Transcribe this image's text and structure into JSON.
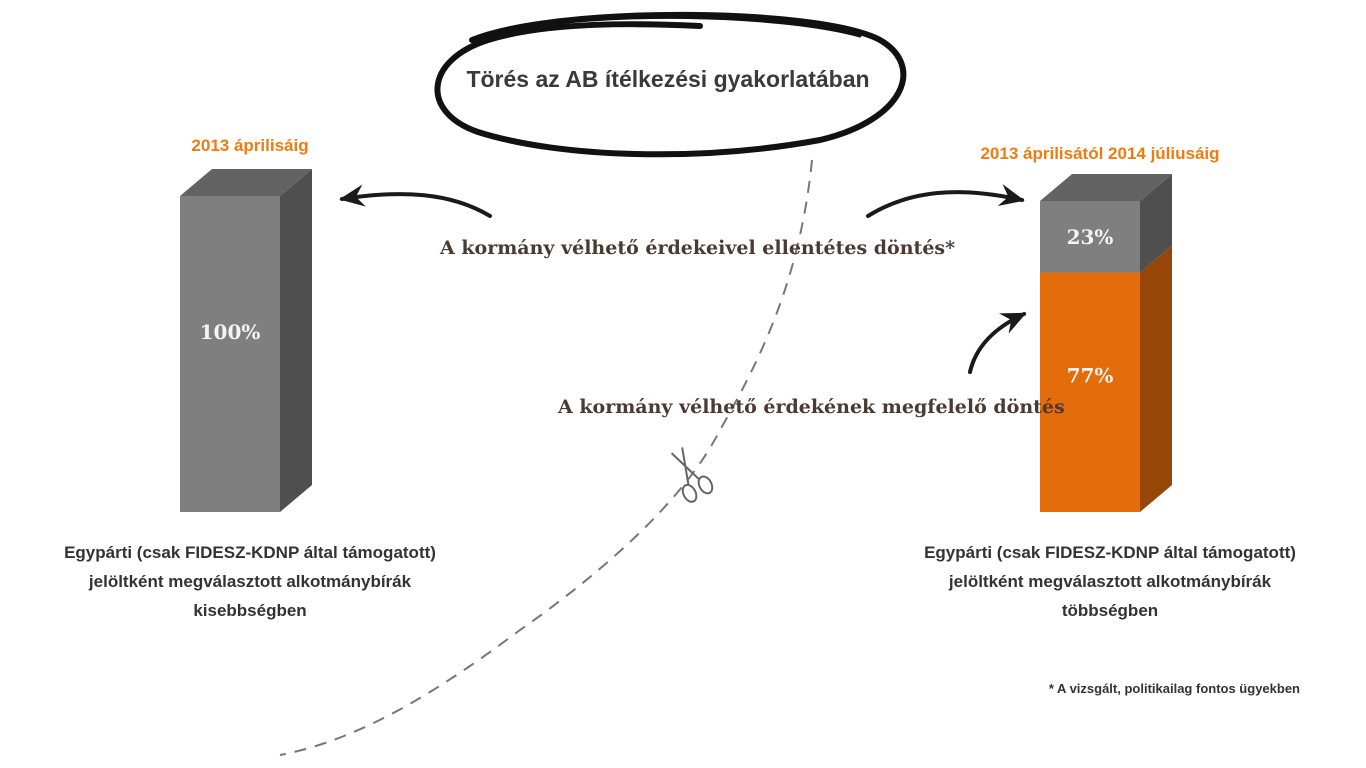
{
  "title": "Törés az AB ítélkezési gyakorlatában",
  "footnote": "* A vizsgált, politikailag fontos ügyekben",
  "callouts": {
    "contrary": "A kormány vélhető érdekeivel ellentétes döntés*",
    "aligned": "A kormány vélhető érdekének megfelelő döntés"
  },
  "colors": {
    "contrary": "#7f7f7f",
    "aligned": "#e46c0a",
    "period_label": "#f07c10"
  },
  "icons": [
    "scissors-icon"
  ],
  "chart_data": {
    "type": "bar",
    "stacked": true,
    "categories": [
      "2013 áprilisáig",
      "2013 áprilisától 2014 júliusáig"
    ],
    "category_captions": [
      [
        "Egypárti (csak FIDESZ-KDNP által támogatott)",
        "jelöltként megválasztott alkotmánybírák",
        "kisebbségben"
      ],
      [
        "Egypárti (csak FIDESZ-KDNP által támogatott)",
        "jelöltként megválasztott alkotmánybírák",
        "többségben"
      ]
    ],
    "series": [
      {
        "key": "contrary",
        "values": [
          100,
          23
        ],
        "labels": [
          "100%",
          "23%"
        ]
      },
      {
        "key": "aligned",
        "values": [
          0,
          77
        ],
        "labels": [
          "",
          "77%"
        ]
      }
    ],
    "ylim": [
      0,
      100
    ],
    "unit": "%",
    "grid": false,
    "legend": "none"
  }
}
